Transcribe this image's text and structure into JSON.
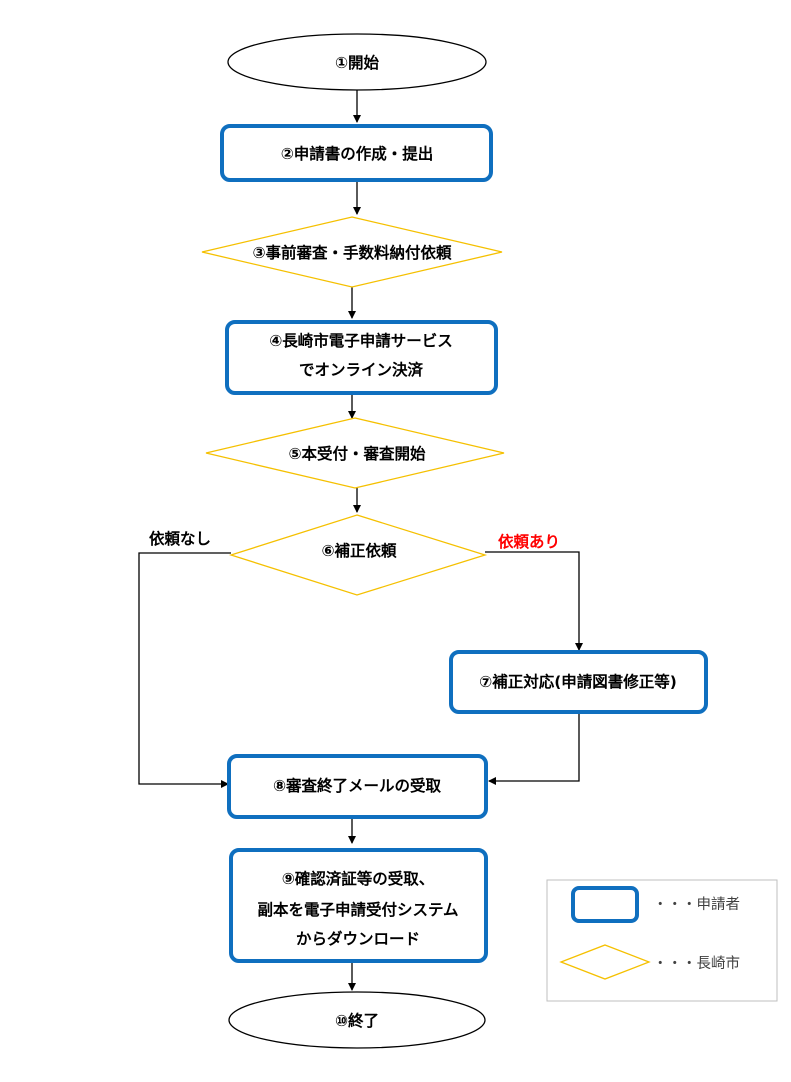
{
  "nodes": {
    "start": "①開始",
    "create": "②申請書の作成・提出",
    "prereview": "③事前審査・手数料納付依頼",
    "payment_line1": "④長崎市電子申請サービス",
    "payment_line2": "でオンライン決済",
    "accept": "⑤本受付・審査開始",
    "correction_request": "⑥補正依頼",
    "correction_response": "⑦補正対応(申請図書修正等)",
    "review_end_mail": "⑧審査終了メールの受取",
    "receive_line1": "⑨確認済証等の受取、",
    "receive_line2": "副本を電子申請受付システム",
    "receive_line3": "からダウンロード",
    "end": "⑩終了"
  },
  "branches": {
    "no_request": "依頼なし",
    "with_request": "依頼あり"
  },
  "legend": {
    "applicant": "・・・申請者",
    "city": "・・・長崎市"
  },
  "colors": {
    "applicant_border": "#0f6fbf",
    "city_border": "#f5c000",
    "branch_yes": "#ff0000",
    "legend_border": "#bfbfbf"
  }
}
